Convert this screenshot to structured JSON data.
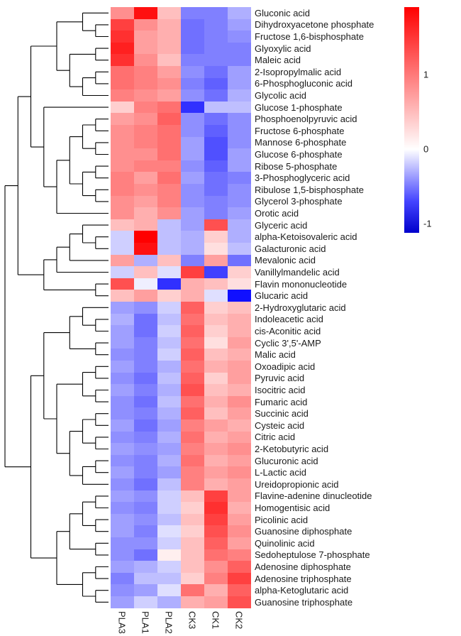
{
  "figure": {
    "background": "#ffffff"
  },
  "legend": {
    "ticks": [
      {
        "label": "1",
        "pos_pct": 30
      },
      {
        "label": "0",
        "pos_pct": 63
      },
      {
        "label": "-1",
        "pos_pct": 96
      }
    ],
    "gradient_stops": [
      {
        "color": "#ff0000",
        "pos_pct": 0
      },
      {
        "color": "#ffffff",
        "pos_pct": 63
      },
      {
        "color": "#4444ff",
        "pos_pct": 86
      },
      {
        "color": "#0000cc",
        "pos_pct": 100
      }
    ]
  },
  "chart_data": {
    "type": "heatmap",
    "title": "",
    "columns": [
      "PLA3",
      "PLA1",
      "PLA2",
      "CK3",
      "CK1",
      "CK2"
    ],
    "rows": [
      "Gluconic acid",
      "Dihydroxyacetone phosphate",
      "Fructose 1,6-bisphosphate",
      "Glyoxylic acid",
      "Maleic acid",
      "2-Isopropylmalic acid",
      "6-Phosphogluconic acid",
      "Glycolic acid",
      "Glucose 1-phosphate",
      "Phosphoenolpyruvic acid",
      "Fructose 6-phosphate",
      "Mannose 6-phosphate",
      "Glucose 6-phosphate",
      "Ribose 5-phosphate",
      "3-Phosphoglyceric acid",
      "Ribulose 1,5-bisphosphate",
      "Glycerol 3-phosphate",
      "Orotic acid",
      "Glyceric acid",
      "alpha-Ketoisovaleric acid",
      "Galacturonic acid",
      "Mevalonic acid",
      "Vanillylmandelic acid",
      "Flavin mononucleotide",
      "Glucaric acid",
      "2-Hydroxyglutaric acid",
      "Indoleacetic acid",
      "cis-Aconitic acid",
      "Cyclic 3',5'-AMP",
      "Malic acid",
      "Oxoadipic acid",
      "Pyruvic acid",
      "Isocitric acid",
      "Fumaric acid",
      "Succinic acid",
      "Cysteic acid",
      "Citric acid",
      "2-Ketobutyric acid",
      "Glucuronic acid",
      "L-Lactic acid",
      "Ureidopropionic acid",
      "Flavine-adenine dinucleotide",
      "Homogentisic acid",
      "Picolinic acid",
      "Guanosine diphosphate",
      "Quinolinic acid",
      "Sedoheptulose 7-phosphate",
      "Adenosine diphosphate",
      "Adenosine triphosphate",
      "alpha-Ketoglutaric acid",
      "Guanosine triphosphate"
    ],
    "values": [
      [
        0.7,
        1.5,
        0.4,
        -0.8,
        -0.8,
        -0.5
      ],
      [
        1.2,
        0.7,
        0.5,
        -0.9,
        -0.8,
        -0.6
      ],
      [
        1.3,
        0.6,
        0.5,
        -0.9,
        -0.8,
        -0.7
      ],
      [
        1.4,
        0.6,
        0.5,
        -0.9,
        -0.8,
        -0.8
      ],
      [
        1.3,
        0.7,
        0.4,
        -0.8,
        -0.8,
        -0.8
      ],
      [
        0.9,
        0.8,
        0.6,
        -0.7,
        -0.9,
        -0.6
      ],
      [
        0.9,
        0.8,
        0.7,
        -0.8,
        -1.0,
        -0.6
      ],
      [
        0.8,
        0.7,
        0.6,
        -0.7,
        -0.9,
        -0.5
      ],
      [
        0.3,
        0.8,
        0.9,
        -1.3,
        -0.4,
        -0.4
      ],
      [
        0.6,
        0.7,
        1.0,
        -0.7,
        -0.9,
        -0.7
      ],
      [
        0.7,
        0.8,
        0.9,
        -0.7,
        -1.0,
        -0.7
      ],
      [
        0.7,
        0.8,
        0.9,
        -0.6,
        -1.1,
        -0.7
      ],
      [
        0.7,
        0.7,
        0.9,
        -0.6,
        -1.1,
        -0.6
      ],
      [
        0.7,
        0.8,
        0.8,
        -0.7,
        -1.0,
        -0.6
      ],
      [
        0.8,
        0.6,
        0.9,
        -0.6,
        -0.9,
        -0.8
      ],
      [
        0.8,
        0.7,
        0.8,
        -0.7,
        -0.9,
        -0.7
      ],
      [
        0.7,
        0.6,
        0.8,
        -0.7,
        -0.8,
        -0.7
      ],
      [
        0.7,
        0.5,
        0.7,
        -0.6,
        -0.8,
        -0.6
      ],
      [
        0.4,
        0.5,
        -0.4,
        -0.6,
        1.1,
        -0.5
      ],
      [
        -0.3,
        1.6,
        -0.4,
        -0.5,
        0.3,
        -0.5
      ],
      [
        -0.3,
        1.5,
        -0.4,
        -0.5,
        0.2,
        -0.4
      ],
      [
        0.6,
        -0.5,
        0.4,
        -0.8,
        0.6,
        -0.9
      ],
      [
        -0.3,
        0.4,
        -0.2,
        1.2,
        -1.2,
        0.3
      ],
      [
        1.1,
        -0.1,
        -1.3,
        0.5,
        0.4,
        0.2
      ],
      [
        0.4,
        0.6,
        0.3,
        0.5,
        -0.2,
        -1.5
      ],
      [
        -0.6,
        -0.7,
        -0.3,
        1.0,
        0.3,
        0.4
      ],
      [
        -0.5,
        -0.9,
        -0.4,
        0.9,
        0.4,
        0.5
      ],
      [
        -0.6,
        -0.9,
        -0.3,
        1.0,
        0.3,
        0.5
      ],
      [
        -0.6,
        -0.8,
        -0.4,
        0.9,
        0.2,
        0.6
      ],
      [
        -0.7,
        -0.8,
        -0.3,
        1.0,
        0.4,
        0.5
      ],
      [
        -0.6,
        -0.8,
        -0.5,
        0.9,
        0.5,
        0.6
      ],
      [
        -0.7,
        -0.9,
        -0.4,
        1.0,
        0.3,
        0.6
      ],
      [
        -0.6,
        -0.8,
        -0.5,
        1.1,
        0.4,
        0.5
      ],
      [
        -0.7,
        -0.9,
        -0.4,
        0.9,
        0.5,
        0.7
      ],
      [
        -0.7,
        -0.8,
        -0.5,
        1.0,
        0.4,
        0.6
      ],
      [
        -0.6,
        -0.9,
        -0.6,
        0.8,
        0.6,
        0.5
      ],
      [
        -0.7,
        -0.8,
        -0.5,
        0.9,
        0.5,
        0.6
      ],
      [
        -0.6,
        -0.7,
        -0.6,
        0.8,
        0.6,
        0.7
      ],
      [
        -0.7,
        -0.8,
        -0.5,
        0.9,
        0.5,
        0.6
      ],
      [
        -0.6,
        -0.8,
        -0.6,
        0.8,
        0.6,
        0.7
      ],
      [
        -0.7,
        -0.9,
        -0.4,
        0.8,
        0.5,
        0.6
      ],
      [
        -0.6,
        -0.7,
        -0.3,
        0.4,
        1.2,
        0.6
      ],
      [
        -0.7,
        -0.8,
        -0.3,
        0.3,
        1.3,
        0.5
      ],
      [
        -0.6,
        -0.7,
        -0.4,
        0.4,
        1.2,
        0.6
      ],
      [
        -0.6,
        -0.8,
        -0.2,
        0.3,
        1.1,
        0.7
      ],
      [
        -0.7,
        -0.7,
        -0.3,
        0.4,
        1.0,
        0.6
      ],
      [
        -0.7,
        -0.9,
        0.1,
        0.4,
        0.9,
        0.8
      ],
      [
        -0.6,
        -0.5,
        -0.3,
        0.4,
        0.7,
        1.0
      ],
      [
        -0.8,
        -0.4,
        -0.4,
        0.3,
        0.8,
        1.2
      ],
      [
        -0.7,
        -0.6,
        -0.2,
        0.9,
        0.5,
        1.0
      ],
      [
        -0.6,
        -0.3,
        -0.5,
        0.5,
        0.6,
        1.1
      ]
    ],
    "color_scale": {
      "min": -1.6,
      "max": 1.6,
      "low": "#0000cc",
      "mid": "#ffffff",
      "high": "#ff0000"
    },
    "legend_tick_values": [
      1,
      0,
      -1
    ],
    "row_dendrogram": [
      [
        [
          [
            [
              0,
              [
                1,
                2
              ]
            ],
            [
              [
                3,
                4
              ],
              [
                [
                  5,
                  6
                ],
                7
              ]
            ]
          ],
          [
            8,
            [
              [
                [
                  [
                    9,
                    10
                  ],
                  [
                    11,
                    12
                  ]
                ],
                [
                  [
                    13,
                    14
                  ],
                  [
                    15,
                    16
                  ]
                ]
              ],
              17
            ]
          ]
        ],
        [
          [
            [
              [
                18,
                [
                  19,
                  20
                ]
              ],
              21
            ],
            22
          ],
          [
            23,
            24
          ]
        ]
      ],
      [
        [
          [
            [
              25,
              [
                26,
                27
              ]
            ],
            [
              28,
              29
            ]
          ],
          [
            [
              [
                30,
                31
              ],
              [
                32,
                33
              ]
            ],
            [
              [
                [
                  34,
                  35
                ],
                [
                  36,
                  37
                ]
              ],
              [
                [
                  38,
                  39
                ],
                40
              ]
            ]
          ]
        ],
        [
          [
            [
              [
                41,
                42
              ],
              [
                43,
                44
              ]
            ],
            [
              45,
              46
            ]
          ],
          [
            [
              47,
              48
            ],
            [
              49,
              50
            ]
          ]
        ]
      ]
    ]
  }
}
